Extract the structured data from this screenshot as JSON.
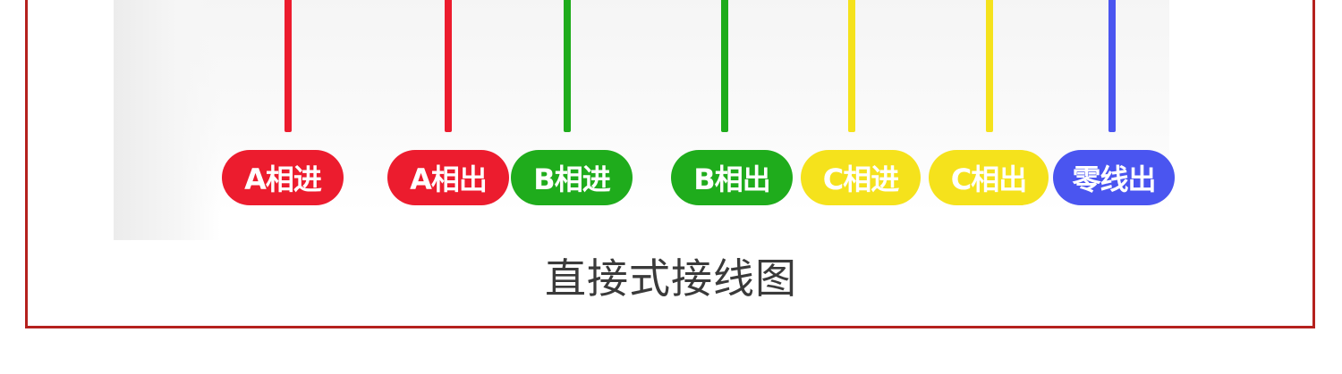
{
  "colors": {
    "frame": "#b5211e",
    "phase_a": "#ec1c2e",
    "phase_b": "#1fac1c",
    "phase_c": "#f5e21c",
    "neutral": "#4a55f0",
    "caption_text": "#3a3a3a"
  },
  "terminals": [
    {
      "label": "A相进",
      "color": "#ec1c2e"
    },
    {
      "label": "A相出",
      "color": "#ec1c2e"
    },
    {
      "label": "B相进",
      "color": "#1fac1c"
    },
    {
      "label": "B相出",
      "color": "#1fac1c"
    },
    {
      "label": "C相进",
      "color": "#f5e21c"
    },
    {
      "label": "C相出",
      "color": "#f5e21c"
    },
    {
      "label": "零线出",
      "color": "#4a55f0"
    }
  ],
  "caption": "直接式接线图"
}
